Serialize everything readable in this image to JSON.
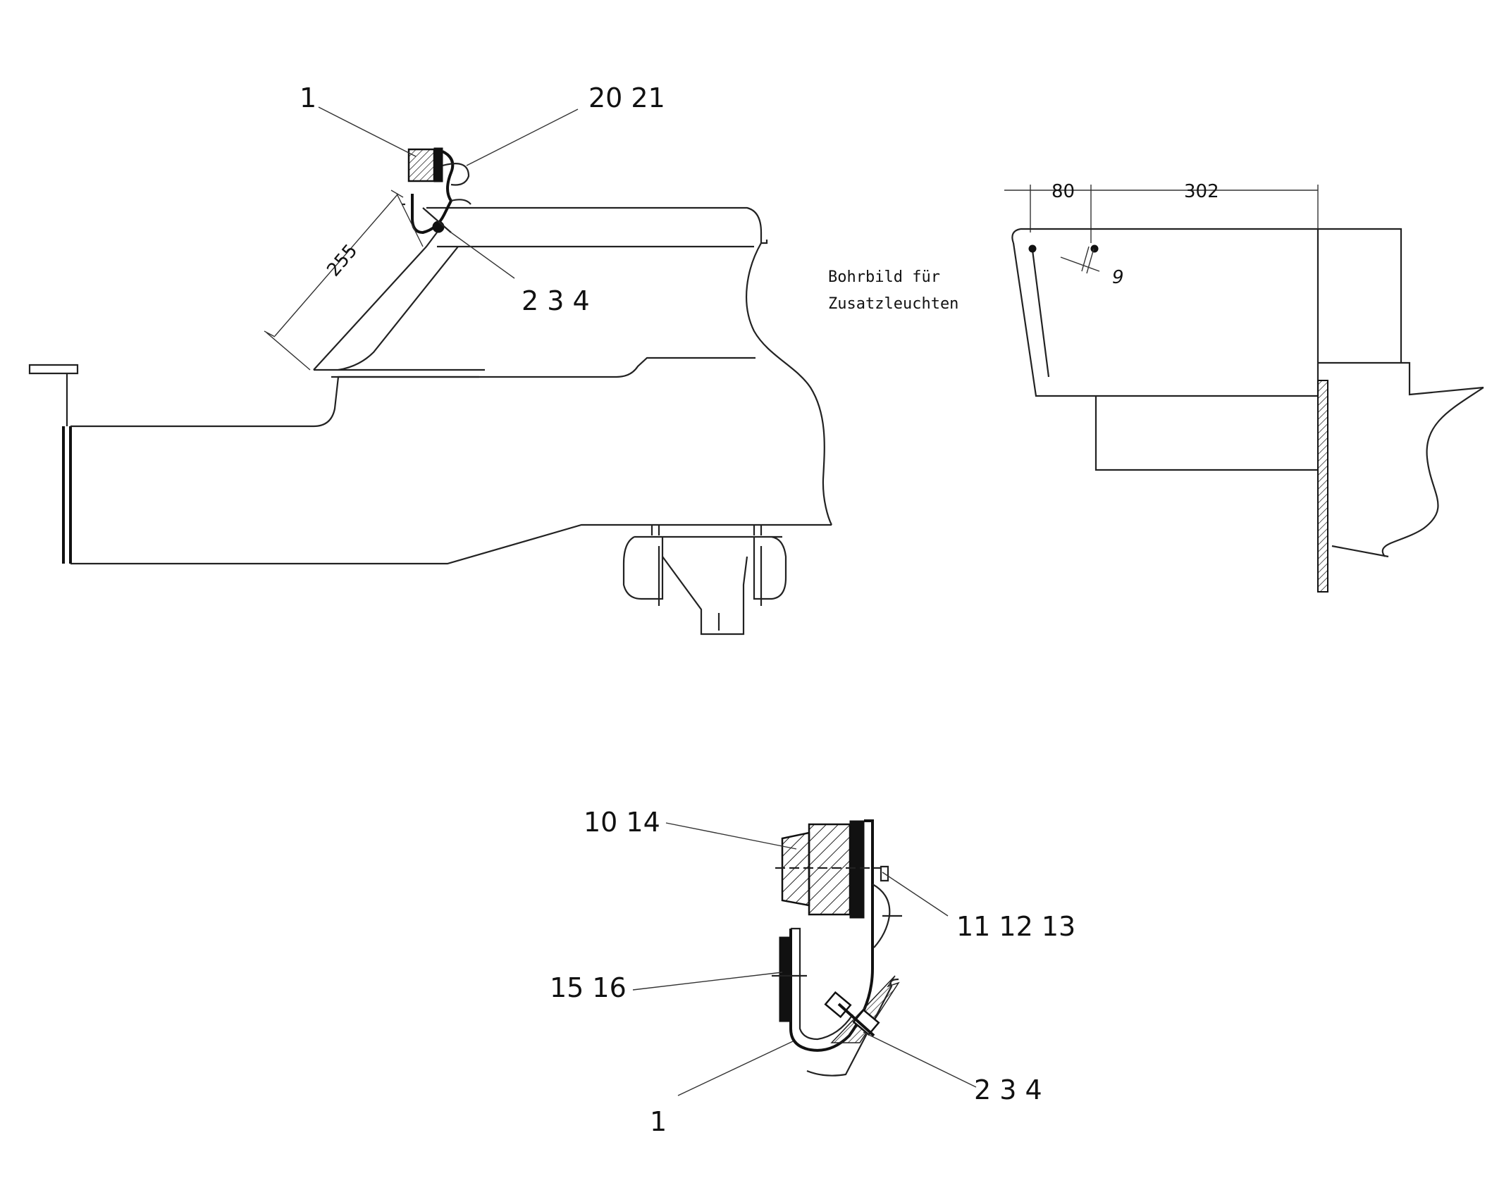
{
  "labels": {
    "top": {
      "part_1": "1",
      "part_20_21": "20  21",
      "part_2_3_4": "2  3  4",
      "dim_255": "255"
    },
    "right": {
      "dim_80": "80",
      "dim_302": "302",
      "dim_9": "9",
      "note_line1": "Bohrbild  für",
      "note_line2": "Zusatzleuchten"
    },
    "detail": {
      "part_10_14": "10  14",
      "part_11_12_13": "11  12  13",
      "part_15_16": "15  16",
      "part_1": "1",
      "part_2_3_4": "2  3  4"
    }
  }
}
